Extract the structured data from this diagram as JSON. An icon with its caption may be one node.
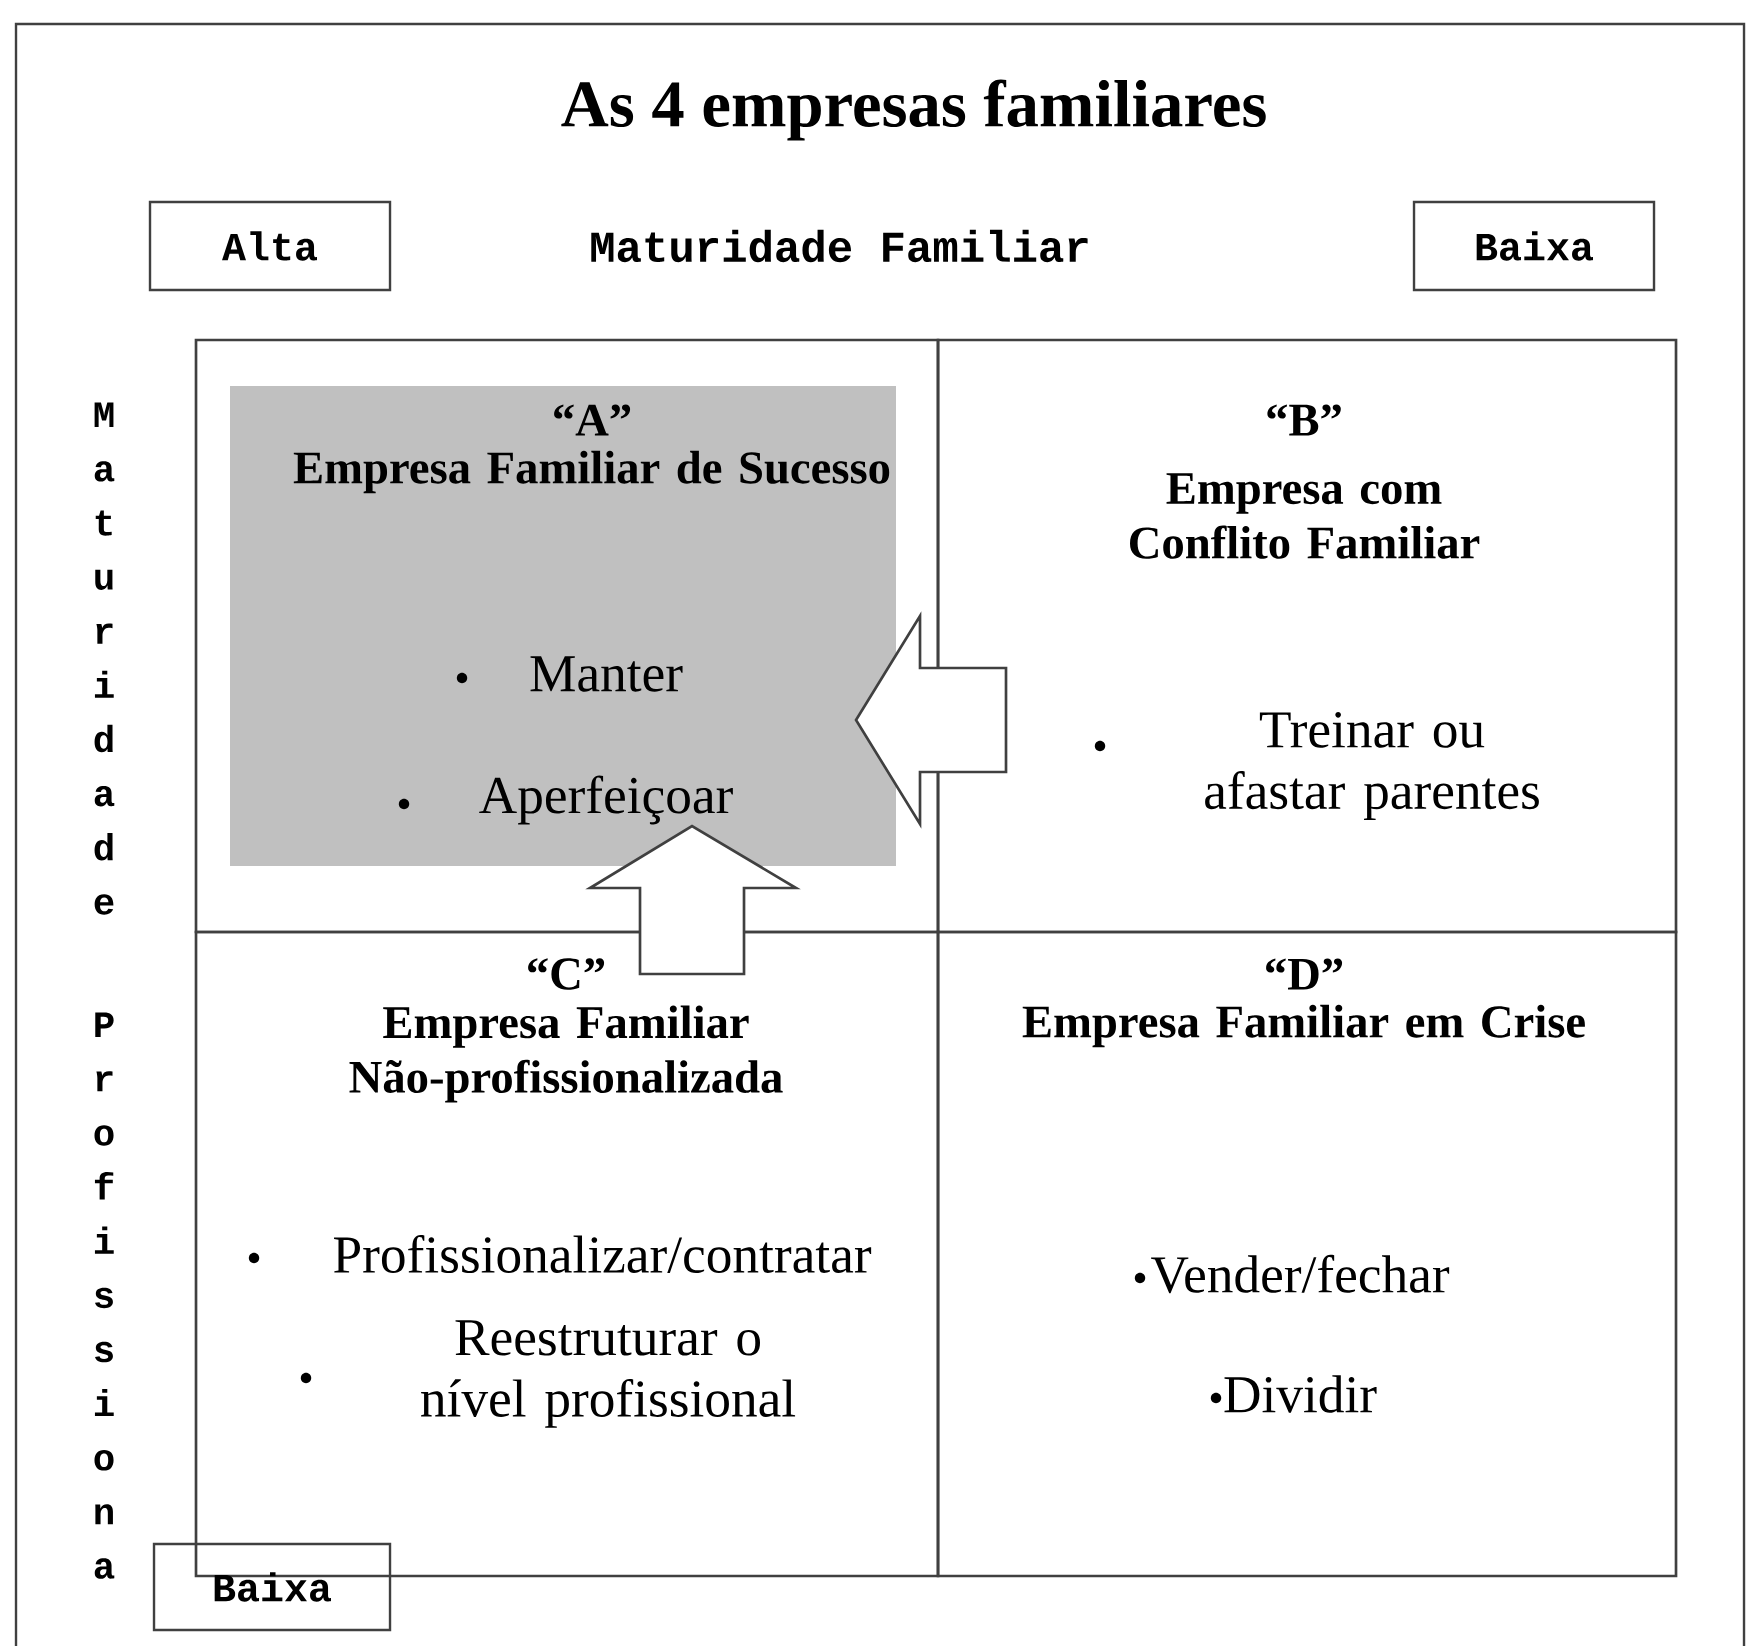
{
  "diagram": {
    "title": "As 4 empresas familiares",
    "nodes": [
      {
        "text": [
          "Alta"
        ]
      },
      {
        "text": [
          "Baixa"
        ]
      },
      {
        "text": [
          "“A”",
          "Empresa Familiar de Sucesso",
          "Manter",
          "Aperfeiçoar"
        ]
      },
      {
        "text": [
          "“B”",
          "Empresa com Conflito Familiar",
          "Treinar ou afastar parentes"
        ]
      },
      {
        "text": [
          "“C”",
          "Empresa Familiar Não-profissionalizada",
          "Profissionalizar/contratar",
          "Reestruturar o nível profissional"
        ]
      },
      {
        "text": [
          "“D”",
          "Empresa Familiar em Crise",
          "Vender/fechar",
          "Dividir"
        ]
      },
      {
        "text": [
          "Baixa"
        ]
      }
    ],
    "edges": [
      {
        "from": 3,
        "to": 2,
        "arrow": "to"
      },
      {
        "from": 4,
        "to": 2,
        "arrow": "to"
      }
    ],
    "labels": [
      "Maturidade Familiar",
      "Maturidade",
      "Profissiona"
    ]
  }
}
